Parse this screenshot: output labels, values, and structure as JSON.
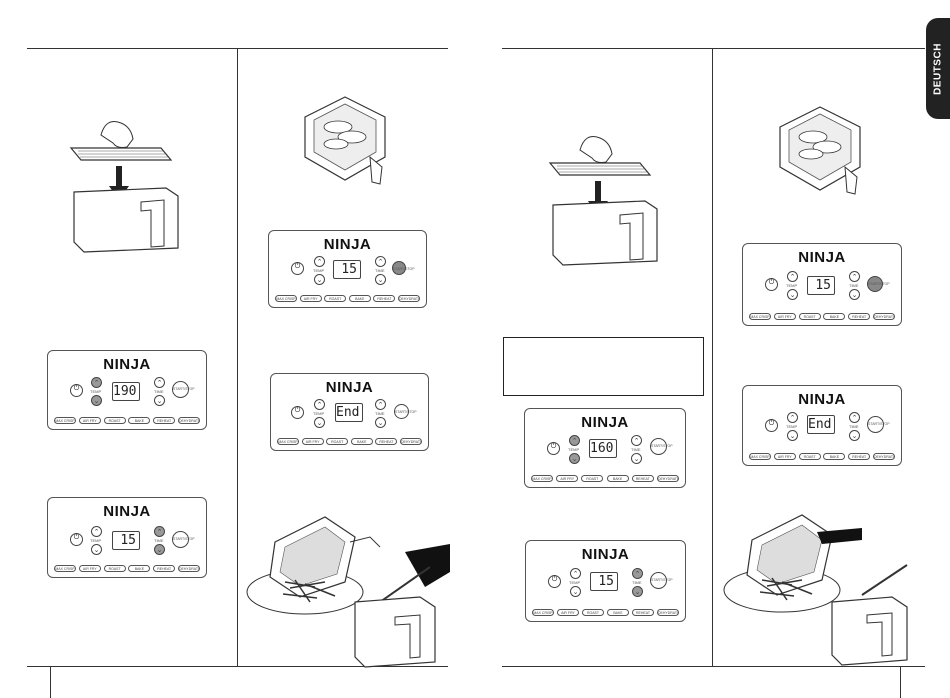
{
  "side_tab": {
    "label": "DEUTSCH"
  },
  "brand": "NINJA",
  "panel_labels": {
    "temp": "TEMP",
    "time": "TIME",
    "start_stop": "START/STOP",
    "presets": [
      "MAX CRISP",
      "AIR FRY",
      "ROAST",
      "BAKE",
      "REHEAT",
      "DEHYDRATE"
    ]
  },
  "panels": [
    {
      "display": "15"
    },
    {
      "display": "190"
    },
    {
      "display": "End"
    },
    {
      "display": "15"
    },
    {
      "display": "15"
    },
    {
      "display": "160"
    },
    {
      "display": "End"
    },
    {
      "display": "15"
    }
  ],
  "page_numbers": {
    "left": "",
    "right": ""
  }
}
